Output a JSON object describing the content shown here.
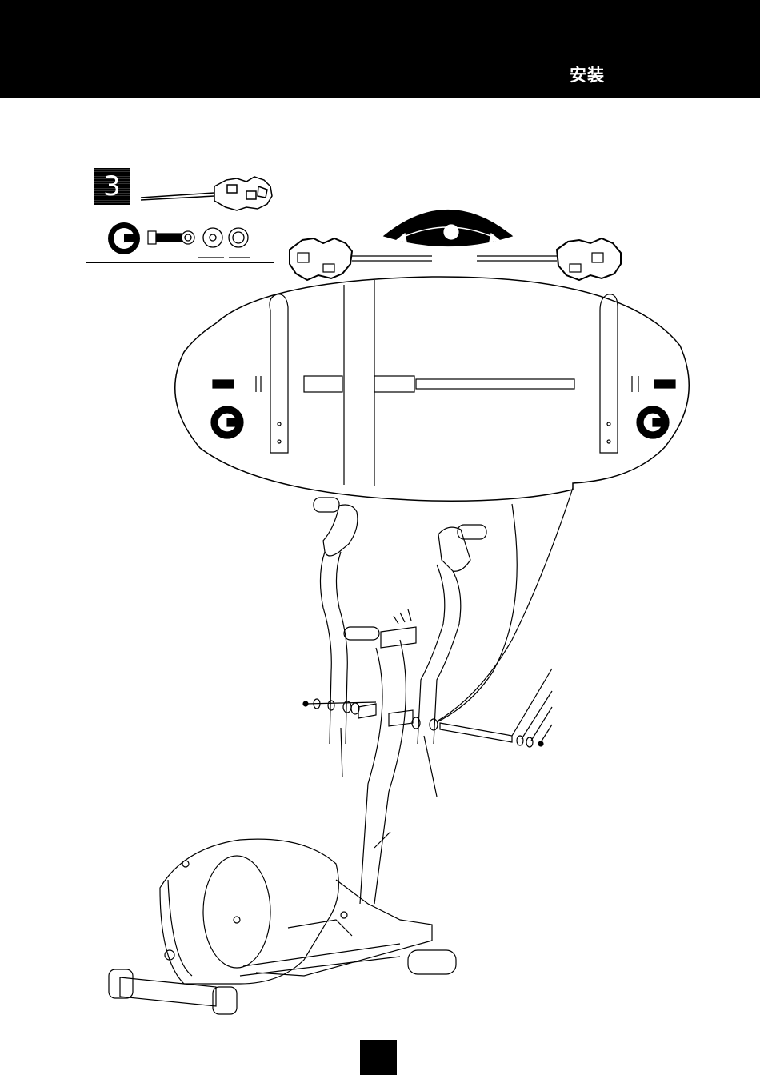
{
  "header": {
    "title": "安装"
  },
  "step": {
    "number": "3"
  },
  "parts": {
    "bag_label": "C",
    "detail_left_label": "C",
    "detail_right_label": "C"
  },
  "colors": {
    "header_background": "#000000",
    "header_text": "#ffffff",
    "line_art": "#000000"
  }
}
